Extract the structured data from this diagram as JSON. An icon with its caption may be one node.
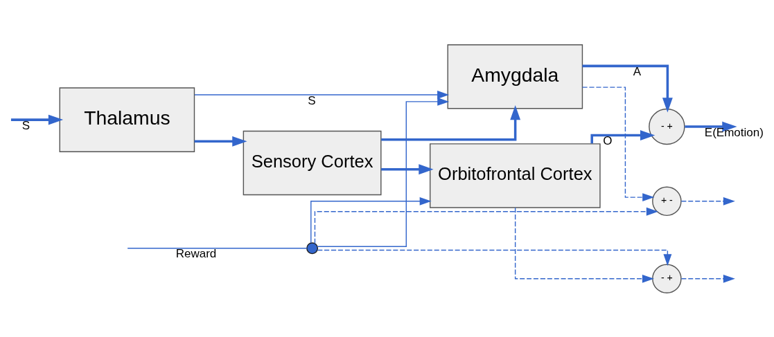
{
  "diagram": {
    "nodes": [
      {
        "text": [
          "Thalamus"
        ]
      },
      {
        "text": [
          "Sensory Cortex"
        ]
      },
      {
        "text": [
          "Orbitofrontal Cortex"
        ]
      },
      {
        "text": [
          "Amygdala"
        ]
      },
      {
        "text": [
          "- +"
        ]
      },
      {
        "text": [
          "+ -"
        ]
      },
      {
        "text": [
          "- +"
        ]
      },
      {
        "text": [],
        "shape": "circle"
      }
    ],
    "edges": [
      {
        "from": null,
        "to": 0,
        "arrow": "to",
        "label": "S",
        "style": "thick"
      },
      {
        "from": 0,
        "to": 1,
        "arrow": "to",
        "style": "thick"
      },
      {
        "from": 1,
        "to": 2,
        "arrow": "to",
        "style": "thick"
      },
      {
        "from": 1,
        "to": 3,
        "arrow": "to",
        "style": "thick"
      },
      {
        "from": 0,
        "to": 3,
        "arrow": "to",
        "label": "S"
      },
      {
        "from": null,
        "to": 7,
        "arrow": "none",
        "label": "Reward"
      },
      {
        "from": 7,
        "to": 3,
        "arrow": "to"
      },
      {
        "from": 7,
        "to": 2,
        "arrow": "to"
      },
      {
        "from": 7,
        "to": 4,
        "arrow": "to",
        "style": "dashed"
      },
      {
        "from": 7,
        "to": 5,
        "arrow": "to",
        "style": "dashed"
      },
      {
        "from": 2,
        "to": 4,
        "arrow": "to",
        "style": "dashed"
      },
      {
        "from": 3,
        "to": 5,
        "arrow": "to",
        "style": "dashed"
      },
      {
        "from": 4,
        "to": null,
        "arrow": "to",
        "style": "dashed"
      },
      {
        "from": 5,
        "to": null,
        "arrow": "to",
        "style": "dashed"
      },
      {
        "from": 2,
        "to": 6,
        "arrow": "to",
        "label": "O",
        "style": "thick"
      },
      {
        "from": 3,
        "to": 6,
        "arrow": "to",
        "label": "A",
        "style": "thick"
      },
      {
        "from": 6,
        "to": null,
        "arrow": "to",
        "label": "E(Emotion)",
        "style": "thick"
      }
    ]
  }
}
